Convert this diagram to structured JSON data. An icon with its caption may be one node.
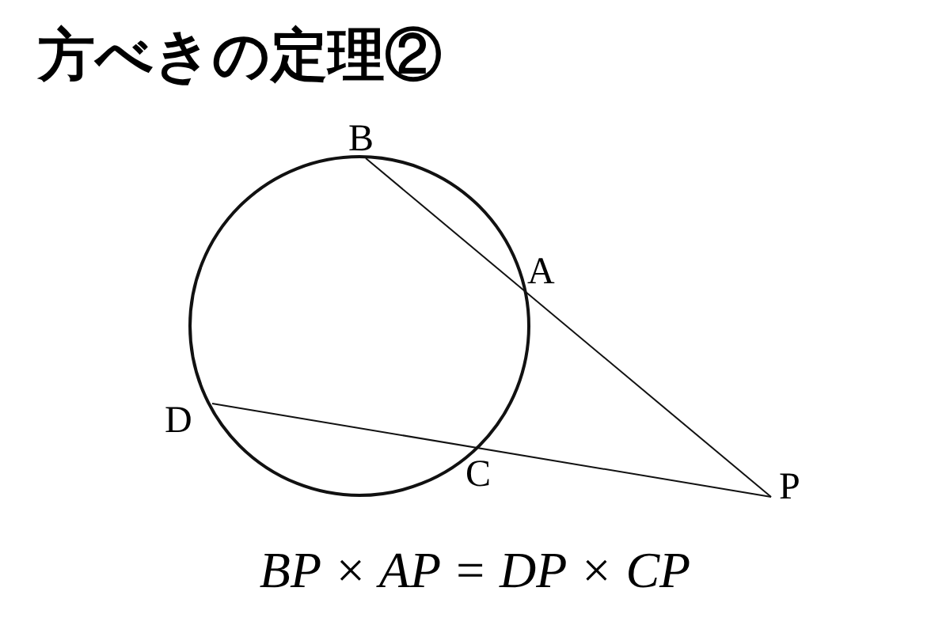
{
  "diagram": {
    "title": "方べきの定理②",
    "labels": [
      "B",
      "A",
      "D",
      "C",
      "P",
      "BP × AP = DP × CP"
    ]
  }
}
